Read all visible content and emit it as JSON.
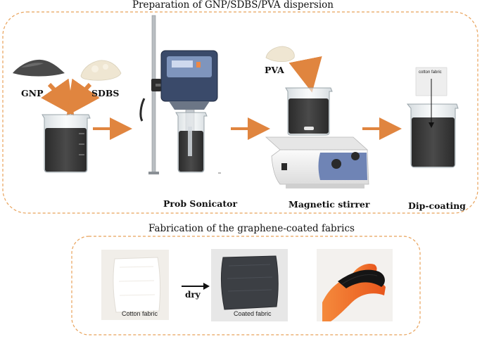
{
  "titles": {
    "top": "Preparation of GNP/SDBS/PVA dispersion",
    "bottom": "Fabrication of the graphene-coated fabrics"
  },
  "labels": {
    "gnp": "GNP",
    "sdbs": "SDBS",
    "pva": "PVA",
    "cotton_fabric_tag": "cotton fabric",
    "prob_sonicator": "Prob Sonicator",
    "magnetic_stirrer": "Magnetic stirrer",
    "dip_coating": "Dip-coating",
    "dry": "dry",
    "cotton_fabric_caption": "Cotton fabric",
    "coated_fabric_caption": "Coated fabric"
  },
  "colors": {
    "frame_dash": "#e8a25a",
    "arrow_orange": "#e0853f",
    "liquid_dark": "#3c3c3c",
    "glove_orange": "#ef6a26"
  }
}
